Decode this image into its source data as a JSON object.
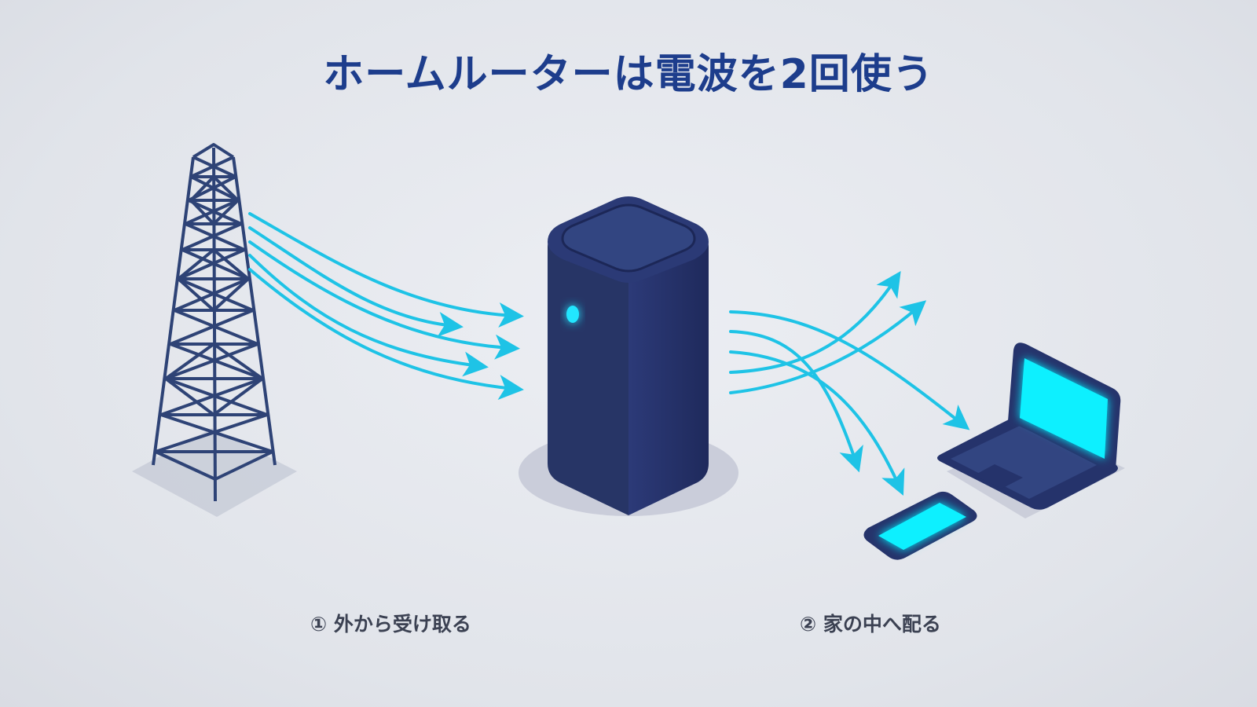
{
  "title": "ホームルーターは電波を2回使う",
  "steps": [
    {
      "label": "① 外から受け取る"
    },
    {
      "label": "② 家の中へ配る"
    }
  ],
  "icons": {
    "tower": "cell-tower-icon",
    "router": "home-router-icon",
    "laptop": "laptop-icon",
    "phone": "smartphone-icon"
  },
  "colors": {
    "title": "#1d3d8c",
    "signal": "#1ec3e6",
    "device": "#25336b",
    "screen": "#10f0ff",
    "caption": "#3b4152"
  }
}
